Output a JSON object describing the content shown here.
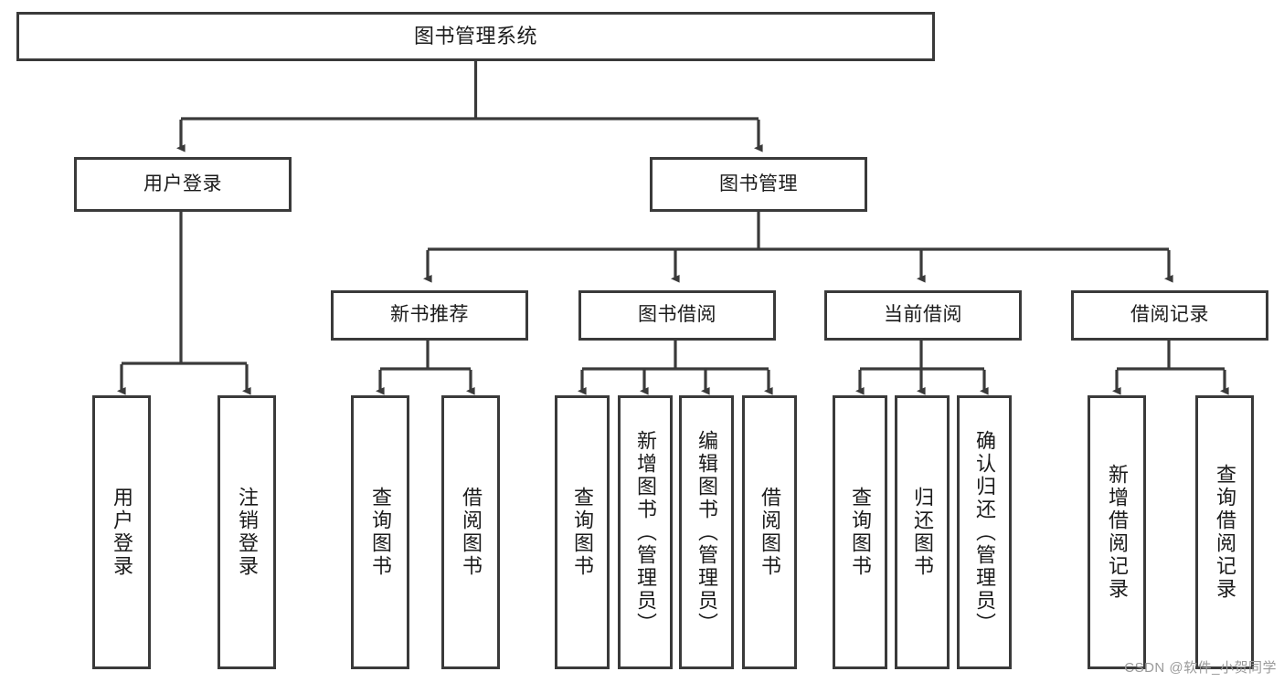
{
  "diagram": {
    "title": "图书管理系统",
    "type": "tree-hierarchy",
    "colors": {
      "box_border": "#3a3a3a",
      "box_fill": "#ffffff",
      "connector": "#3a3a3a",
      "text": "#1b1b1b",
      "watermark": "#9a9a9a"
    }
  },
  "root": {
    "label": "图书管理系统"
  },
  "level1": [
    {
      "label": "用户登录"
    },
    {
      "label": "图书管理"
    }
  ],
  "level2": [
    {
      "label": "新书推荐"
    },
    {
      "label": "图书借阅"
    },
    {
      "label": "当前借阅"
    },
    {
      "label": "借阅记录"
    }
  ],
  "leaves": {
    "user_login": [
      {
        "label": "用户登录"
      },
      {
        "label": "注销登录"
      }
    ],
    "new_book_recommend": [
      {
        "label": "查询图书"
      },
      {
        "label": "借阅图书"
      }
    ],
    "book_borrow": [
      {
        "label": "查询图书"
      },
      {
        "label": "新增图书（管理员）"
      },
      {
        "label": "编辑图书（管理员）"
      },
      {
        "label": "借阅图书"
      }
    ],
    "current_borrow": [
      {
        "label": "查询图书"
      },
      {
        "label": "归还图书"
      },
      {
        "label": "确认归还（管理员）"
      }
    ],
    "borrow_record": [
      {
        "label": "新增借阅记录"
      },
      {
        "label": "查询借阅记录"
      }
    ]
  },
  "watermark": {
    "text": "CSDN @软件_小贺同学"
  }
}
